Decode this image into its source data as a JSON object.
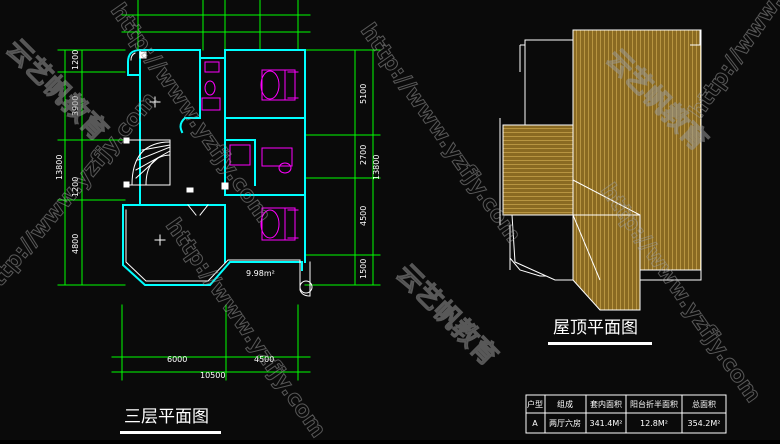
{
  "watermark": {
    "url": "http://www.yzfjy.com",
    "brand": "云艺帆教育"
  },
  "floor_plan": {
    "title": "三层平面图",
    "dims_top": [
      "6000",
      "4500"
    ],
    "dims_top_total": "10500",
    "dims_left": [
      "1200",
      "3900",
      "1200",
      "4800"
    ],
    "dims_left_total": "13800",
    "dims_right": [
      "5100",
      "2700",
      "4500",
      "1500"
    ],
    "dims_right_total": "13800",
    "balcony_area": "9.98m²"
  },
  "roof_plan": {
    "title": "屋顶平面图"
  },
  "area_table": {
    "headers": [
      "户型",
      "组成",
      "套内面积",
      "阳台折半面积",
      "总面积"
    ],
    "rows": [
      [
        "A",
        "两厅六房",
        "341.4M²",
        "12.8M²",
        "354.2M²"
      ]
    ]
  },
  "colors": {
    "background": "#0a0a0a",
    "dimension": "#00ff00",
    "wall": "#00ffff",
    "furniture": "#ff00ff",
    "outline": "#ffffff",
    "roof_tile": "#c9a64a"
  }
}
